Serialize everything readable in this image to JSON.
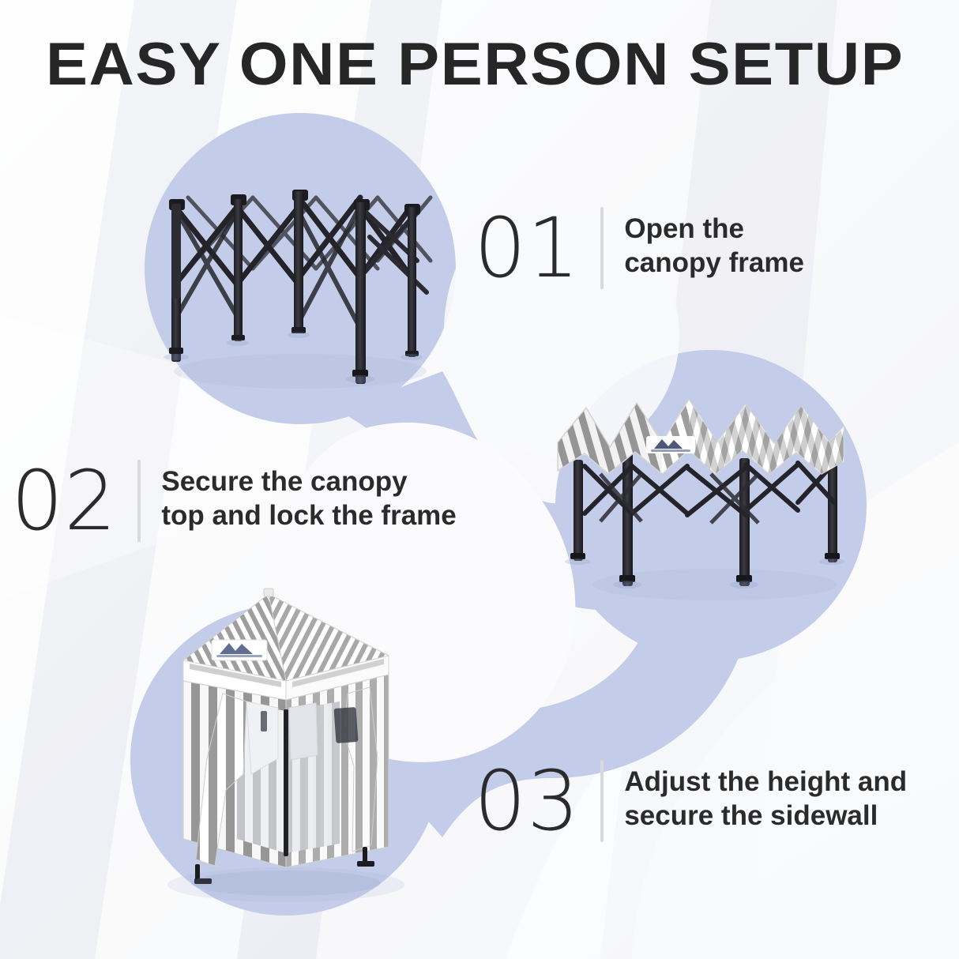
{
  "page": {
    "title": "EASY ONE PERSON SETUP",
    "background_color": "#f7f8fa",
    "accent_color": "#c3cce8",
    "text_color": "#2b2b2b",
    "divider_color": "#d9d9dd",
    "fabric_stripe_color": "#9a9a9a",
    "frame_color": "#2e2e33"
  },
  "steps": [
    {
      "number": "01",
      "text": "Open the\ncanopy frame",
      "image_alt": "canopy-frame-open"
    },
    {
      "number": "02",
      "text": "Secure the canopy\ntop and lock the frame",
      "image_alt": "canopy-top-on-frame"
    },
    {
      "number": "03",
      "text": "Adjust the height and\nsecure the sidewall",
      "image_alt": "canopy-with-sidewalls"
    }
  ],
  "brand": {
    "logo_name": "mountain-logo"
  }
}
